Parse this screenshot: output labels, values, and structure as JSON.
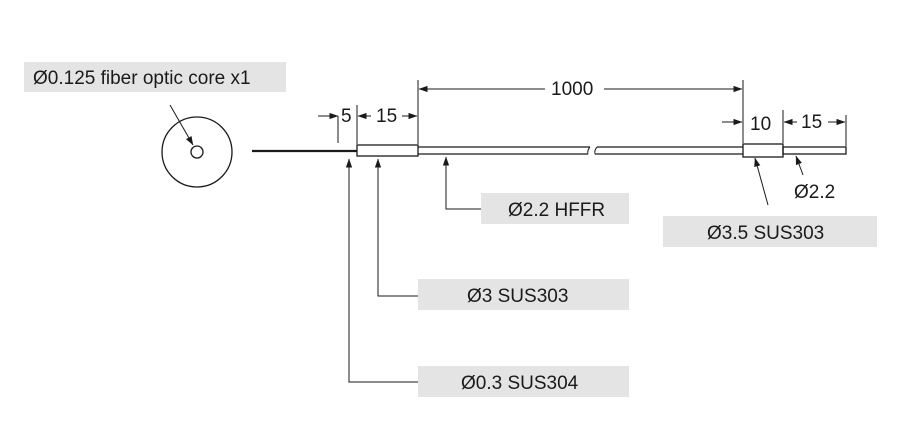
{
  "labels": {
    "core": "Ø0.125 fiber optic core x1",
    "hffr": "Ø2.2 HFFR",
    "sus303_35": "Ø3.5  SUS303",
    "sus303_3": "Ø3  SUS303",
    "sus304": "Ø0.3  SUS304",
    "d22": "Ø2.2"
  },
  "dimensions": {
    "d5": "5",
    "d15_left": "15",
    "d1000": "1000",
    "d10": "10",
    "d15_right": "15"
  },
  "colors": {
    "line": "#1a1a1a",
    "label_background": "#e4e4e4"
  }
}
